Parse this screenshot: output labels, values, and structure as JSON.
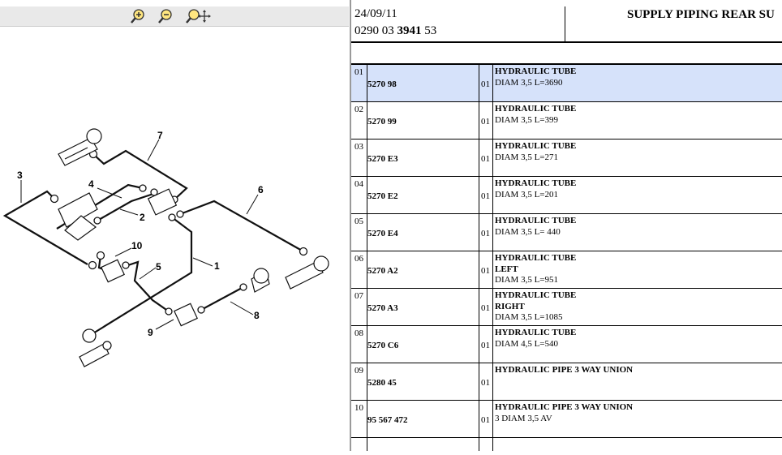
{
  "toolbar": {
    "zoom_in_icon": "zoom-in-icon",
    "zoom_out_icon": "zoom-out-icon",
    "pan_icon": "zoom-pan-icon"
  },
  "diagram": {
    "callouts": [
      "1",
      "2",
      "3",
      "4",
      "5",
      "6",
      "7",
      "8",
      "9",
      "10"
    ]
  },
  "header": {
    "date": "24/09/11",
    "ref_prefix": "0290 03 ",
    "ref_bold": "3941",
    "ref_suffix": " 53",
    "title": "SUPPLY PIPING REAR SU"
  },
  "parts": [
    {
      "index": "01",
      "ref": "5270 98",
      "qty": "01",
      "title": "HYDRAULIC TUBE",
      "lines": [
        "DIAM 3,5 L=3690"
      ],
      "selected": true
    },
    {
      "index": "02",
      "ref": "5270 99",
      "qty": "01",
      "title": "HYDRAULIC TUBE",
      "lines": [
        "DIAM 3,5 L=399"
      ]
    },
    {
      "index": "03",
      "ref": "5270 E3",
      "qty": "01",
      "title": "HYDRAULIC TUBE",
      "lines": [
        "DIAM 3,5 L=271"
      ]
    },
    {
      "index": "04",
      "ref": "5270 E2",
      "qty": "01",
      "title": "HYDRAULIC TUBE",
      "lines": [
        "DIAM 3,5 L=201"
      ]
    },
    {
      "index": "05",
      "ref": "5270 E4",
      "qty": "01",
      "title": "HYDRAULIC TUBE",
      "lines": [
        "DIAM 3,5 L= 440"
      ]
    },
    {
      "index": "06",
      "ref": "5270 A2",
      "qty": "01",
      "title": "HYDRAULIC TUBE",
      "lines": [
        "LEFT",
        "DIAM 3,5 L=951"
      ],
      "bold_first": true
    },
    {
      "index": "07",
      "ref": "5270 A3",
      "qty": "01",
      "title": "HYDRAULIC TUBE",
      "lines": [
        "RIGHT",
        "DIAM 3,5 L=1085"
      ],
      "bold_first": true
    },
    {
      "index": "08",
      "ref": "5270 C6",
      "qty": "01",
      "title": "HYDRAULIC TUBE",
      "lines": [
        "DIAM 4,5 L=540"
      ]
    },
    {
      "index": "09",
      "ref": "5280 45",
      "qty": "01",
      "title": "HYDRAULIC PIPE 3 WAY UNION",
      "lines": []
    },
    {
      "index": "10",
      "ref": "95 567 472",
      "qty": "01",
      "title": "HYDRAULIC PIPE 3 WAY UNION",
      "lines": [
        "3 DIAM 3,5 AV"
      ]
    }
  ]
}
